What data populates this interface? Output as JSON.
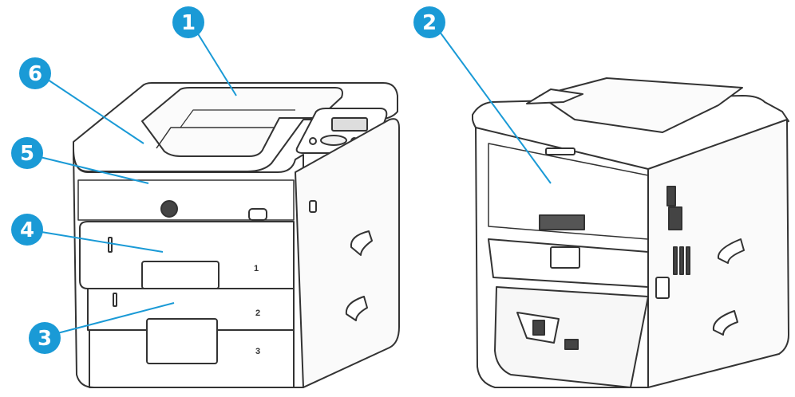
{
  "colors": {
    "callout": "#1a9ad6",
    "leader": "#1a9ad6",
    "outline": "#333333",
    "body": "#ffffff"
  },
  "callouts": [
    {
      "number": "1"
    },
    {
      "number": "2"
    },
    {
      "number": "3"
    },
    {
      "number": "4"
    },
    {
      "number": "5"
    },
    {
      "number": "6"
    }
  ],
  "tray_labels": {
    "tray1": "1",
    "tray2": "2",
    "tray3": "3"
  }
}
